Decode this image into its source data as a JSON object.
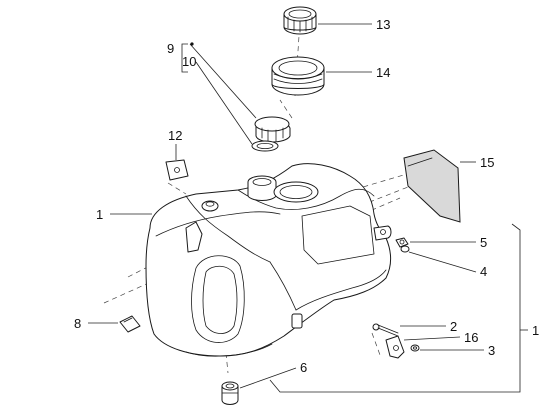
{
  "diagram": {
    "callouts": [
      {
        "id": "c1",
        "text": "1"
      },
      {
        "id": "c1r",
        "text": "1"
      },
      {
        "id": "c2",
        "text": "2"
      },
      {
        "id": "c3",
        "text": "3"
      },
      {
        "id": "c4",
        "text": "4"
      },
      {
        "id": "c5",
        "text": "5"
      },
      {
        "id": "c6",
        "text": "6"
      },
      {
        "id": "c8",
        "text": "8"
      },
      {
        "id": "c9",
        "text": "9"
      },
      {
        "id": "c10",
        "text": "10"
      },
      {
        "id": "c12",
        "text": "12"
      },
      {
        "id": "c13",
        "text": "13"
      },
      {
        "id": "c14",
        "text": "14"
      },
      {
        "id": "c15",
        "text": "15"
      },
      {
        "id": "c16",
        "text": "16"
      }
    ]
  }
}
